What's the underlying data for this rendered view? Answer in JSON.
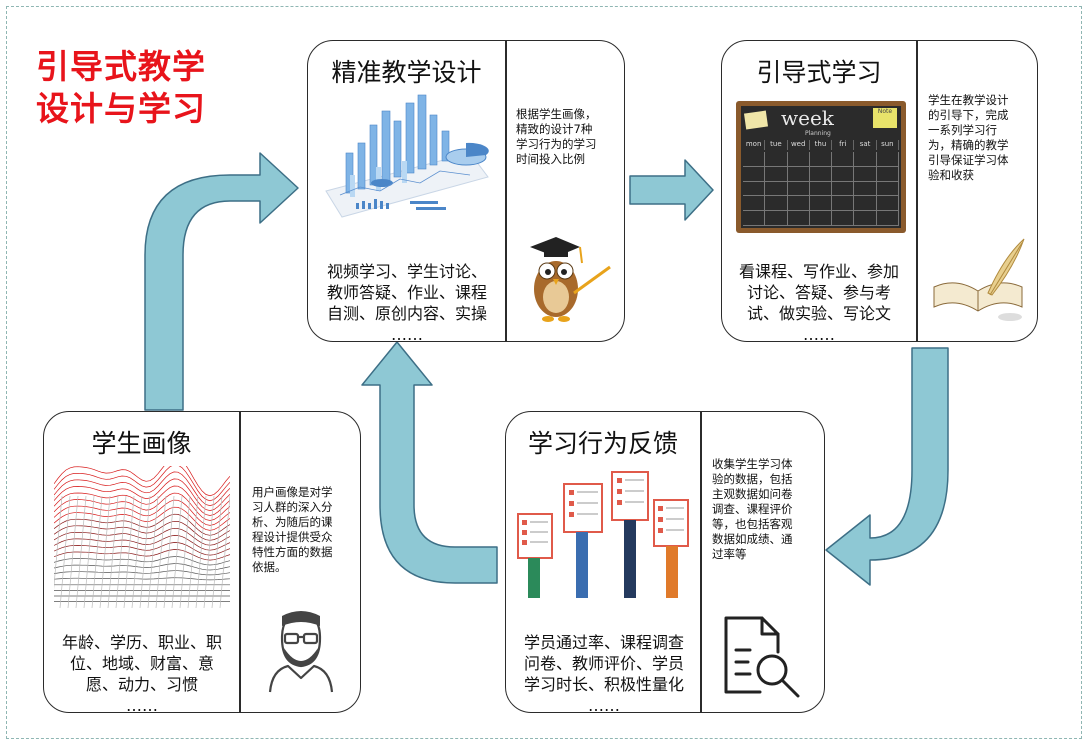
{
  "title_lines": [
    "引导式教学",
    "设计与学习"
  ],
  "colors": {
    "title_red": "#e8141b",
    "arrow_fill": "#8ec8d4",
    "arrow_stroke": "#3d6f86",
    "border": "#2b2b2b"
  },
  "cards": {
    "design": {
      "title": "精准教学设计",
      "body": [
        "视频学习、学生讨论、",
        "教师答疑、作业、课程",
        "自测、原创内容、实操",
        "……"
      ],
      "side": [
        "根据学生画像，",
        "精致的设计7种",
        "学习行为的学习",
        "时间投入比例"
      ],
      "icons": [
        "bar-chart-graphic",
        "owl-teacher-icon"
      ]
    },
    "guided": {
      "title": "引导式学习",
      "body": [
        "看课程、写作业、参加",
        "讨论、答疑、参与考",
        "试、做实验、写论文",
        "……"
      ],
      "side": [
        "学生在教学设计",
        "的引导下，完成",
        "一系列学习行",
        "为，精确的教学",
        "引导保证学习体",
        "验和收获"
      ],
      "calendar": {
        "heading": "week",
        "subheading": "Planning",
        "note": "Note",
        "days": [
          "mon",
          "tue",
          "wed",
          "thu",
          "fri",
          "sat",
          "sun"
        ]
      },
      "icons": [
        "calendar-board-graphic",
        "book-quill-icon"
      ]
    },
    "portrait": {
      "title": "学生画像",
      "body": [
        "年龄、学历、职业、职",
        "位、地域、财富、意",
        "愿、动力、习惯",
        "……"
      ],
      "side": [
        "用户画像是对学",
        "习人群的深入分",
        "析、为随后的课",
        "程设计提供受众",
        "特性方面的数据",
        "依据。"
      ],
      "icons": [
        "wave-mesh-graphic",
        "man-avatar-icon"
      ]
    },
    "feedback": {
      "title": "学习行为反馈",
      "body": [
        "学员通过率、课程调查",
        "问卷、教师评价、学员",
        "学习时长、积极性量化",
        "……"
      ],
      "side": [
        "收集学生学习体",
        "验的数据，包括",
        "主观数据如问卷",
        "调查、课程评价",
        "等，也包括客观",
        "数据如成绩、通",
        "过率等"
      ],
      "icons": [
        "survey-hands-graphic",
        "document-search-icon"
      ]
    }
  }
}
